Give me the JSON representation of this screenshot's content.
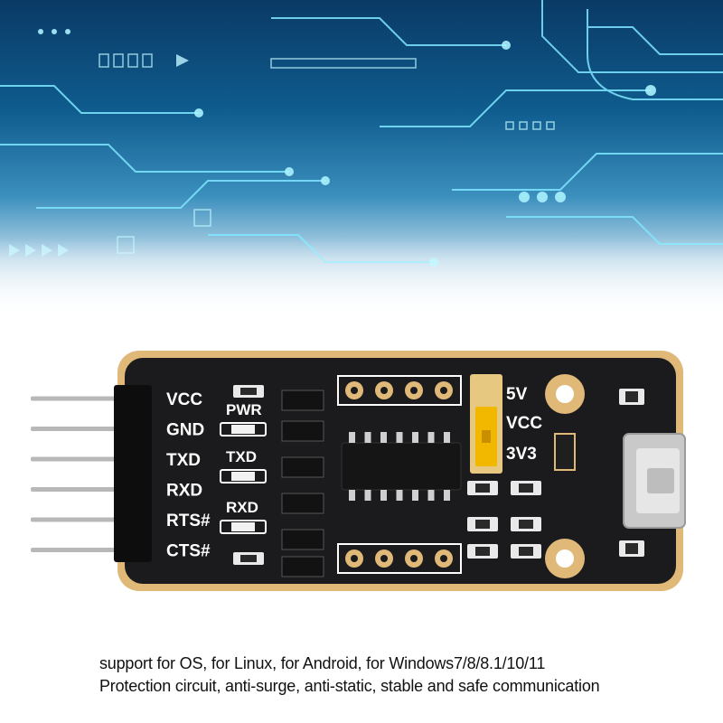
{
  "board": {
    "pins": [
      {
        "label": "VCC"
      },
      {
        "label": "GND"
      },
      {
        "label": "TXD"
      },
      {
        "label": "RXD"
      },
      {
        "label": "RTS#"
      },
      {
        "label": "CTS#"
      }
    ],
    "leds": [
      {
        "label": "PWR"
      },
      {
        "label": "TXD"
      },
      {
        "label": "RXD"
      }
    ],
    "voltage_labels": {
      "five_v": "5V",
      "vcc": "VCC",
      "three_v3": "3V3"
    },
    "colors": {
      "pcb": "#1b1b1d",
      "edge": "#e0b878",
      "jumper": "#f2b800",
      "silkscreen": "#ffffff"
    }
  },
  "captions": {
    "line1": "support for OS, for Linux, for Android, for Windows7/8/8.1/10/11",
    "line2": "Protection circuit, anti-surge, anti-static, stable and safe communication"
  }
}
